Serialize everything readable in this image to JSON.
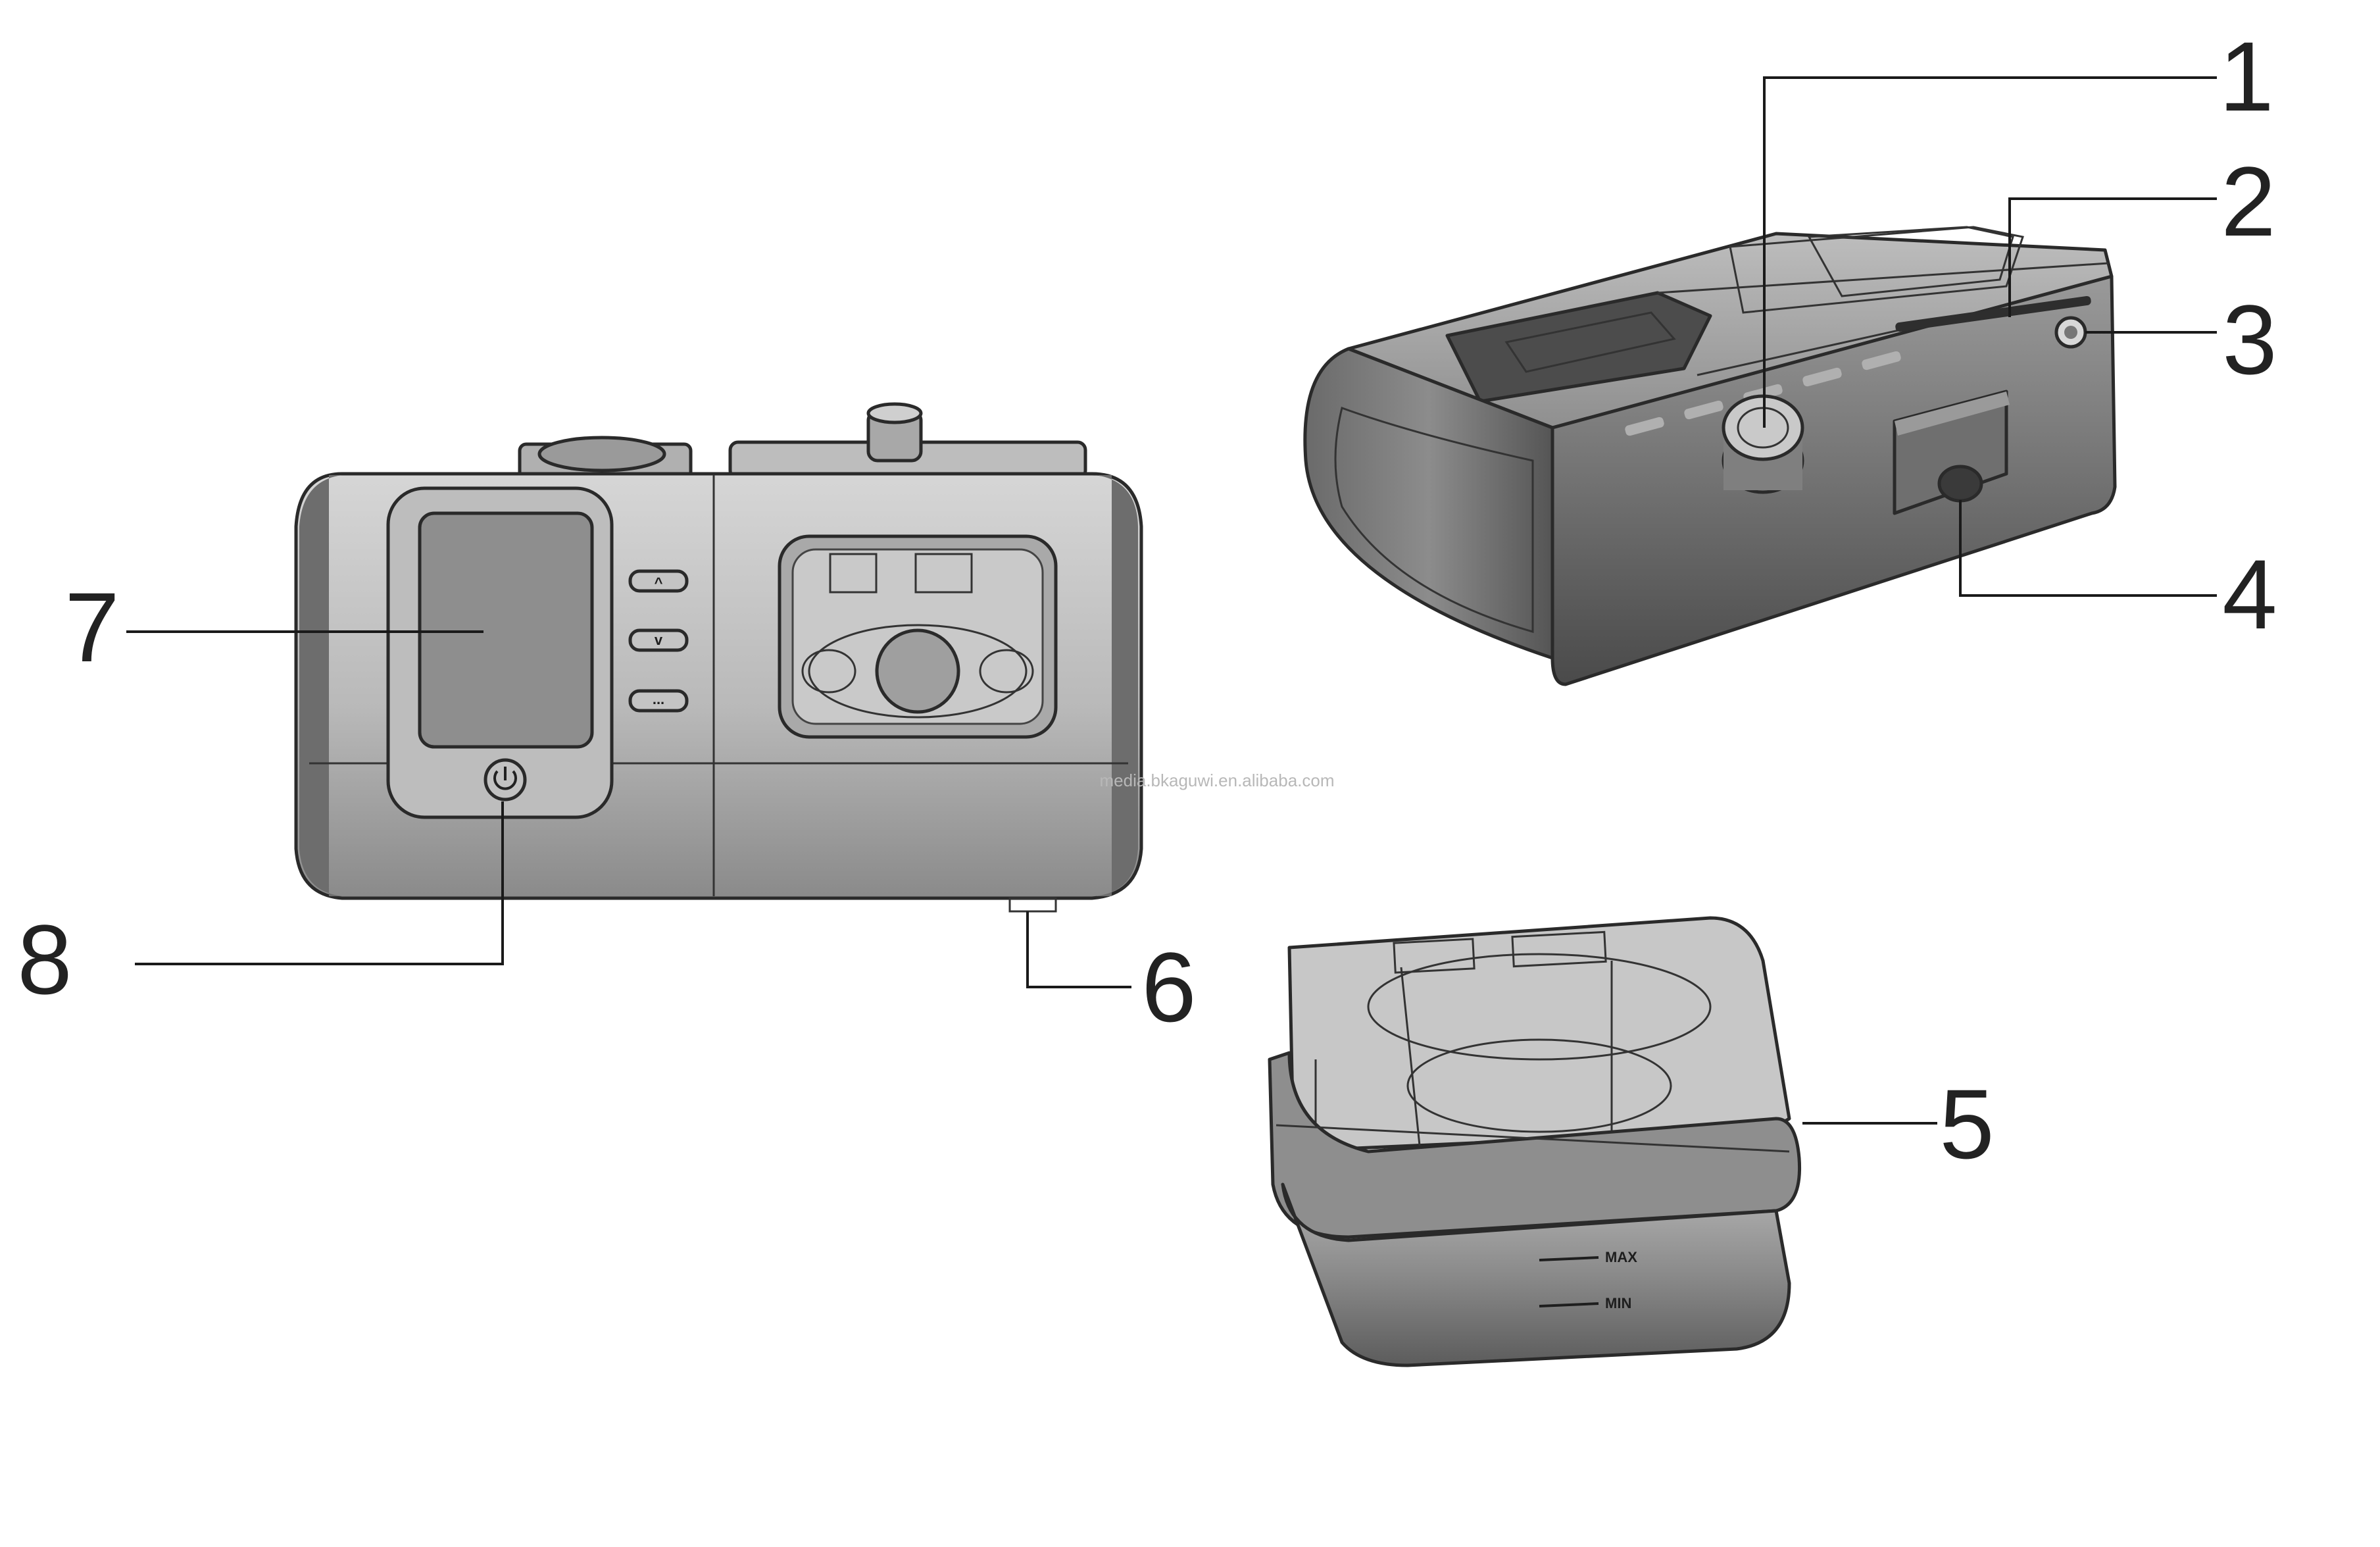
{
  "callouts": [
    {
      "id": 1,
      "label": "1"
    },
    {
      "id": 2,
      "label": "2"
    },
    {
      "id": 3,
      "label": "3"
    },
    {
      "id": 4,
      "label": "4"
    },
    {
      "id": 5,
      "label": "5"
    },
    {
      "id": 6,
      "label": "6"
    },
    {
      "id": 7,
      "label": "7"
    },
    {
      "id": 8,
      "label": "8"
    }
  ],
  "watermark": "media.bkaguwi.en.alibaba.com",
  "water_tank": {
    "max_label": "MAX",
    "min_label": "MIN"
  },
  "front_view": {
    "buttons": [
      {
        "icon": "up-arrow-icon",
        "glyph": "^"
      },
      {
        "icon": "down-arrow-icon",
        "glyph": "v"
      },
      {
        "icon": "menu-icon",
        "glyph": "..."
      }
    ],
    "power_icon": "power-icon"
  },
  "colors": {
    "body_light": "#c9c9c9",
    "body_mid": "#a5a5a5",
    "body_dark": "#5f5f5f",
    "screen": "#8e8e8e",
    "tank": "#7d7d7d"
  }
}
